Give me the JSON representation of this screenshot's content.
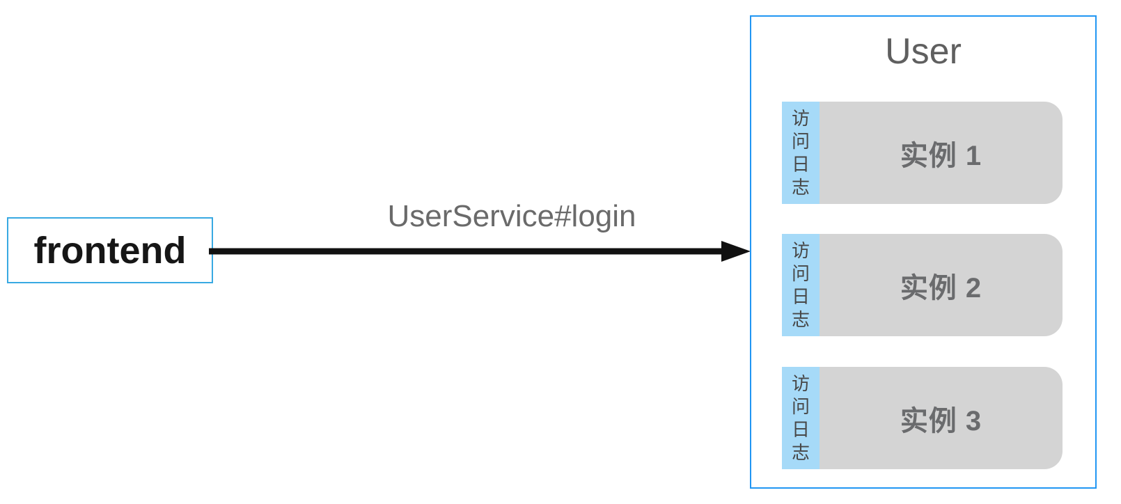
{
  "frontend": {
    "label": "frontend"
  },
  "arrow": {
    "label": "UserService#login"
  },
  "user_group": {
    "title": "User",
    "instances": [
      {
        "sidebar": "访问日志",
        "label": "实例 1"
      },
      {
        "sidebar": "访问日志",
        "label": "实例 2"
      },
      {
        "sidebar": "访问日志",
        "label": "实例 3"
      }
    ]
  },
  "colors": {
    "frontend_border": "#38a9e2",
    "group_border": "#2196f3",
    "sidebar_blue": "#a6daf8",
    "card_gray": "#d4d4d4",
    "title_gray": "#5f5f5f",
    "label_gray": "#6a6a6a",
    "instance_gray": "#6a6b6d",
    "arrow_black": "#111111"
  }
}
